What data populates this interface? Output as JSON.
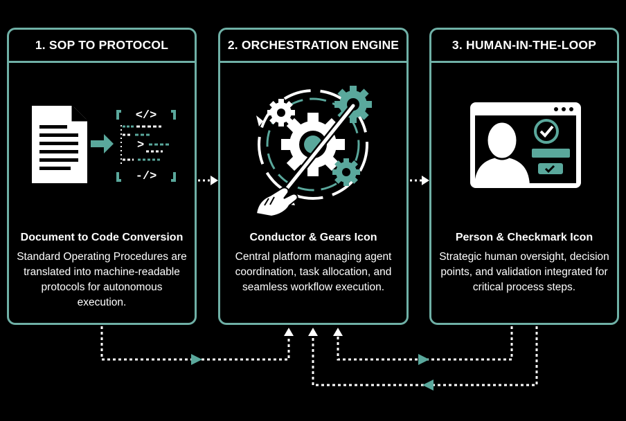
{
  "colors": {
    "accent": "#5aa89c",
    "border": "#6fb0a6",
    "background": "#000000",
    "text": "#ffffff"
  },
  "panels": [
    {
      "header": "1. SOP TO PROTOCOL",
      "icon": "document-to-code-icon",
      "title": "Document to Code Conversion",
      "description": "Standard Operating Procedures are translated into machine-readable protocols for autonomous execution."
    },
    {
      "header": "2. ORCHESTRATION ENGINE",
      "icon": "conductor-gears-icon",
      "title": "Conductor & Gears Icon",
      "description": "Central platform managing agent coordination, task allocation, and seamless workflow execution."
    },
    {
      "header": "3. HUMAN-IN-THE-LOOP",
      "icon": "person-checkmark-icon",
      "title": "Person & Checkmark Icon",
      "description": "Strategic human oversight, decision points, and validation integrated for critical process steps."
    }
  ],
  "code_glyphs": {
    "open_tag": "</>",
    "arrow": ">",
    "close_tag": "-/>"
  }
}
